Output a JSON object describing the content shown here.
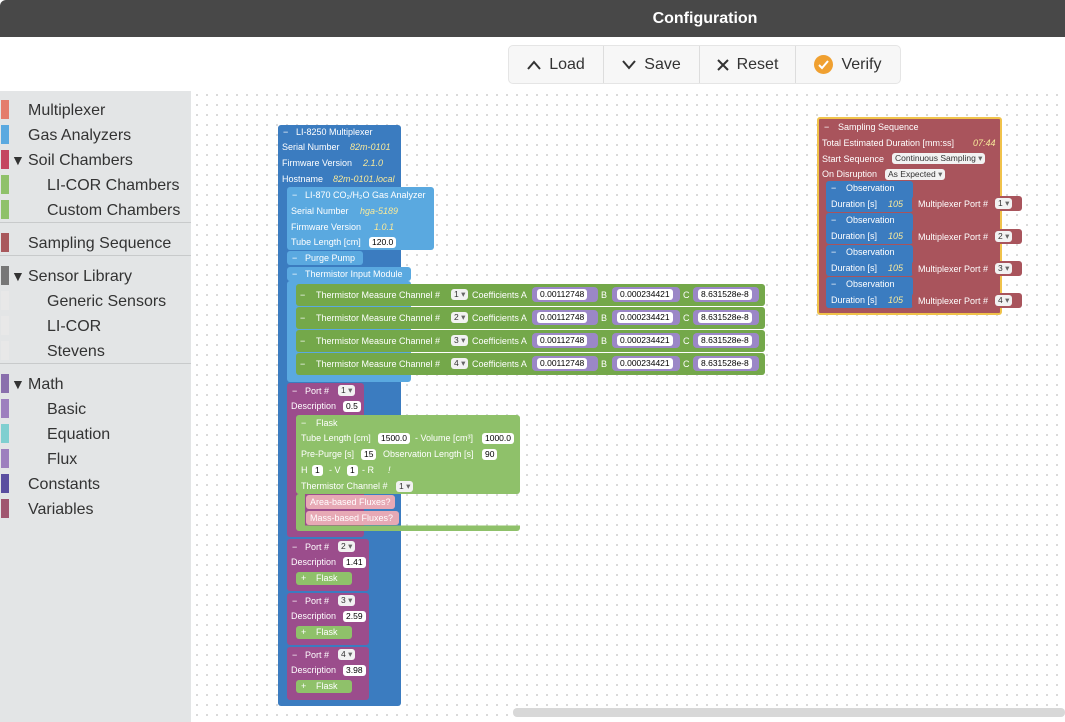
{
  "window": {
    "title": "Configuration"
  },
  "toolbar": {
    "load": "Load",
    "save": "Save",
    "reset": "Reset",
    "verify": "Verify"
  },
  "sidebar": {
    "items": [
      {
        "label": "Multiplexer",
        "color": "#e47d6c"
      },
      {
        "label": "Gas Analyzers",
        "color": "#5aa9e0"
      },
      {
        "label": "Soil Chambers",
        "color": "#c44660"
      },
      {
        "label": "LI-COR Chambers",
        "color": "#8fc16a"
      },
      {
        "label": "Custom Chambers",
        "color": "#8fc16a"
      },
      {
        "label": "Sampling Sequence",
        "color": "#a9585c"
      },
      {
        "label": "Sensor Library",
        "color": "#777"
      },
      {
        "label": "Generic Sensors",
        "color": "#e8e8e8"
      },
      {
        "label": "LI-COR",
        "color": "#e8e8e8"
      },
      {
        "label": "Stevens",
        "color": "#e8e8e8"
      },
      {
        "label": "Math",
        "color": "#8a6fad"
      },
      {
        "label": "Basic",
        "color": "#9d7fbe"
      },
      {
        "label": "Equation",
        "color": "#7fcfd0"
      },
      {
        "label": "Flux",
        "color": "#9d7fbe"
      },
      {
        "label": "Constants",
        "color": "#5a4ea0"
      },
      {
        "label": "Variables",
        "color": "#a0566f"
      }
    ]
  },
  "multiplexer": {
    "header": "LI-8250 Multiplexer",
    "serial_label": "Serial Number",
    "serial_value": "82m-0101",
    "firmware_label": "Firmware Version",
    "firmware_value": "2.1.0",
    "hostname_label": "Hostname",
    "hostname_value": "82m-0101.local"
  },
  "analyzer": {
    "header": "LI-870 CO₂/H₂O Gas Analyzer",
    "serial_label": "Serial Number",
    "serial_value": "hga-5189",
    "firmware_label": "Firmware Version",
    "firmware_value": "1.0.1",
    "tube_label": "Tube Length [cm]",
    "tube_value": "120.0"
  },
  "purge_pump": "Purge Pump",
  "thermistor_module": "Thermistor Input Module",
  "thermistor_rows": [
    {
      "label": "Thermistor Measure  Channel #",
      "channel": "1",
      "coef_label": "Coefficients A",
      "a": "0.00112748",
      "b_label": "B",
      "b": "0.000234421",
      "c_label": "C",
      "c": "8.631528e-8"
    },
    {
      "label": "Thermistor Measure  Channel #",
      "channel": "2",
      "coef_label": "Coefficients A",
      "a": "0.00112748",
      "b_label": "B",
      "b": "0.000234421",
      "c_label": "C",
      "c": "8.631528e-8"
    },
    {
      "label": "Thermistor Measure  Channel #",
      "channel": "3",
      "coef_label": "Coefficients A",
      "a": "0.00112748",
      "b_label": "B",
      "b": "0.000234421",
      "c_label": "C",
      "c": "8.631528e-8"
    },
    {
      "label": "Thermistor Measure  Channel #",
      "channel": "4",
      "coef_label": "Coefficients A",
      "a": "0.00112748",
      "b_label": "B",
      "b": "0.000234421",
      "c_label": "C",
      "c": "8.631528e-8"
    }
  ],
  "ports": [
    {
      "label": "Port #",
      "number": "1",
      "desc_label": "Description",
      "desc": "0.5"
    },
    {
      "label": "Port #",
      "number": "2",
      "desc_label": "Description",
      "desc": "1.41",
      "flask": "Flask"
    },
    {
      "label": "Port #",
      "number": "3",
      "desc_label": "Description",
      "desc": "2.59",
      "flask": "Flask"
    },
    {
      "label": "Port #",
      "number": "4",
      "desc_label": "Description",
      "desc": "3.98",
      "flask": "Flask"
    }
  ],
  "flask": {
    "header": "Flask",
    "tube_label": "Tube Length [cm]",
    "tube_value": "1500.0",
    "volume_label": "- Volume [cm³]",
    "volume_value": "1000.0",
    "prepurge_label": "Pre-Purge [s]",
    "prepurge_value": "15",
    "obs_label": "Observation Length [s]",
    "obs_value": "90",
    "h_label": "H",
    "h_value": "1",
    "v_label": "- V",
    "v_value": "1",
    "r_label": "- R",
    "r_value": "!",
    "therm_label": "Thermistor Channel #",
    "therm_value": "1",
    "area": "Area-based Fluxes?",
    "mass": "Mass-based Fluxes?"
  },
  "sequence": {
    "header": "Sampling Sequence",
    "total_label": "Total Estimated Duration   [mm:ss]",
    "total_value": "07:44",
    "start_label": "Start Sequence",
    "start_value": "Continuous Sampling",
    "disrupt_label": "On Disruption",
    "disrupt_value": "As Expected",
    "observations": [
      {
        "label": "Observation",
        "dur_label": "Duration [s]",
        "dur": "105",
        "port_label": "Multiplexer Port #",
        "port": "1"
      },
      {
        "label": "Observation",
        "dur_label": "Duration [s]",
        "dur": "105",
        "port_label": "Multiplexer Port #",
        "port": "2"
      },
      {
        "label": "Observation",
        "dur_label": "Duration [s]",
        "dur": "105",
        "port_label": "Multiplexer Port #",
        "port": "3"
      },
      {
        "label": "Observation",
        "dur_label": "Duration [s]",
        "dur": "105",
        "port_label": "Multiplexer Port #",
        "port": "4"
      }
    ]
  },
  "colors": {
    "multiplexer": "#3b7cc0",
    "analyzer": "#5aa9e0",
    "thermistor": "#74a84a",
    "port": "#9b4d8c",
    "flask": "#8fc16a",
    "sequence": "#a9545c",
    "sequence_border": "#f0c24a"
  }
}
